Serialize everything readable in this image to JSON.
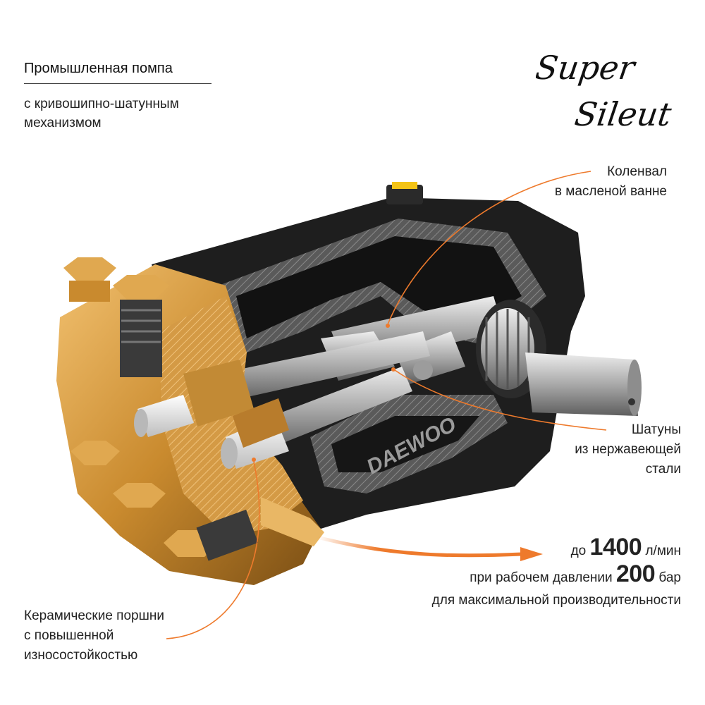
{
  "header": {
    "title": "Промышленная помпа",
    "subtitle": [
      "с кривошипно-шатунным",
      "механизмом"
    ]
  },
  "logo": {
    "line1": "Super",
    "line2": "Sileut"
  },
  "callouts": {
    "crankshaft": [
      "Коленвал",
      "в масленой ванне"
    ],
    "rods": [
      "Шатуны",
      "из нержавеющей",
      "стали"
    ],
    "pistons": [
      "Керамические поршни",
      "с повышенной",
      "износостойкостью"
    ]
  },
  "spec": {
    "line1_prefix": "до",
    "flow_value": "1400",
    "flow_unit": "л/мин",
    "line2_prefix": "при рабочем давлении",
    "pressure_value": "200",
    "pressure_unit": "бар",
    "line3": "для максимальной производительности"
  },
  "product": {
    "brand_mark": "DAEWOO"
  },
  "colors": {
    "accent": "#ee7a2c",
    "brass": "#c98a2e",
    "housing": "#1e1e1e",
    "steel": "#b9b9b9"
  }
}
